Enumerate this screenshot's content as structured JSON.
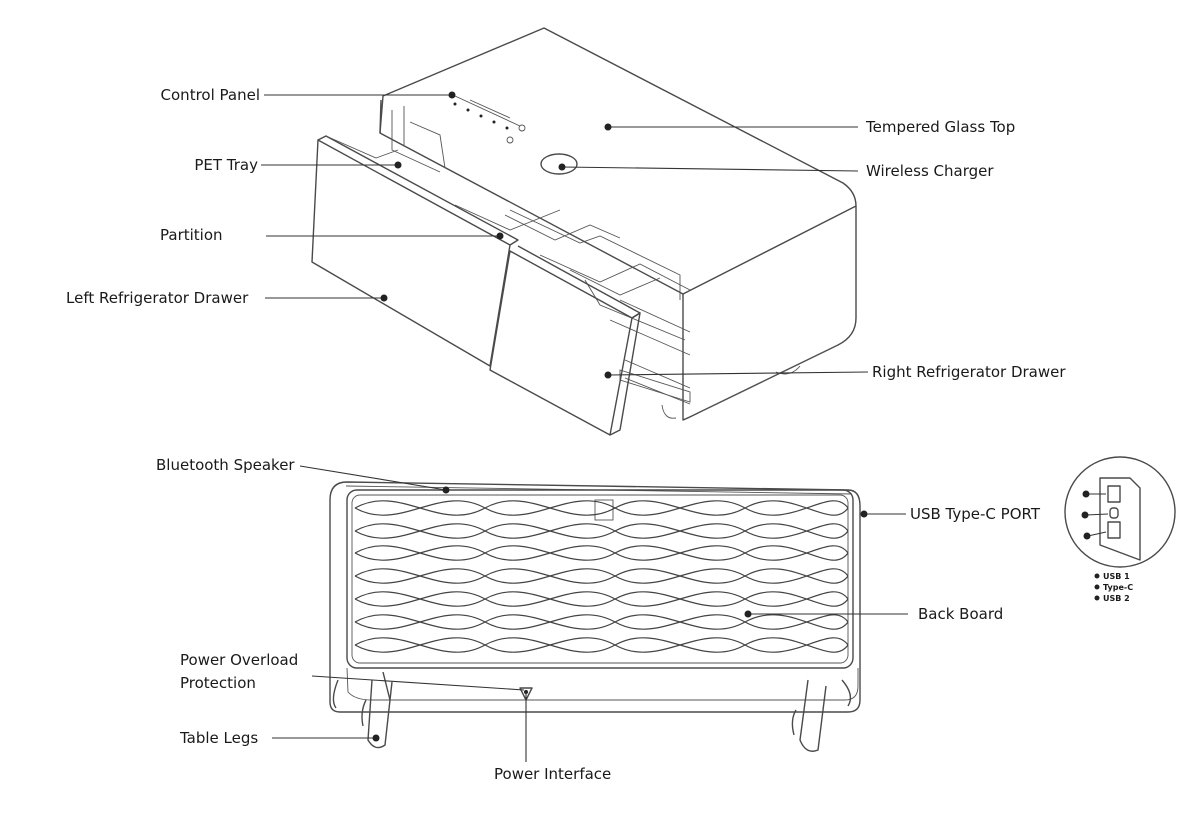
{
  "labels": {
    "control_panel": "Control Panel",
    "pet_tray": "PET Tray",
    "partition": "Partition",
    "left_drawer": "Left Refrigerator Drawer",
    "tempered_glass_top": "Tempered Glass Top",
    "wireless_charger": "Wireless Charger",
    "right_drawer": "Right Refrigerator Drawer",
    "bluetooth_speaker": "Bluetooth Speaker",
    "usb_port": "USB Type-C PORT",
    "back_board": "Back Board",
    "power_overload_1": "Power Overload",
    "power_overload_2": "Protection",
    "table_legs": "Table Legs",
    "power_interface": "Power Interface"
  },
  "usb_legend": {
    "usb1": "USB 1",
    "typec": "Type-C",
    "usb2": "USB 2"
  }
}
